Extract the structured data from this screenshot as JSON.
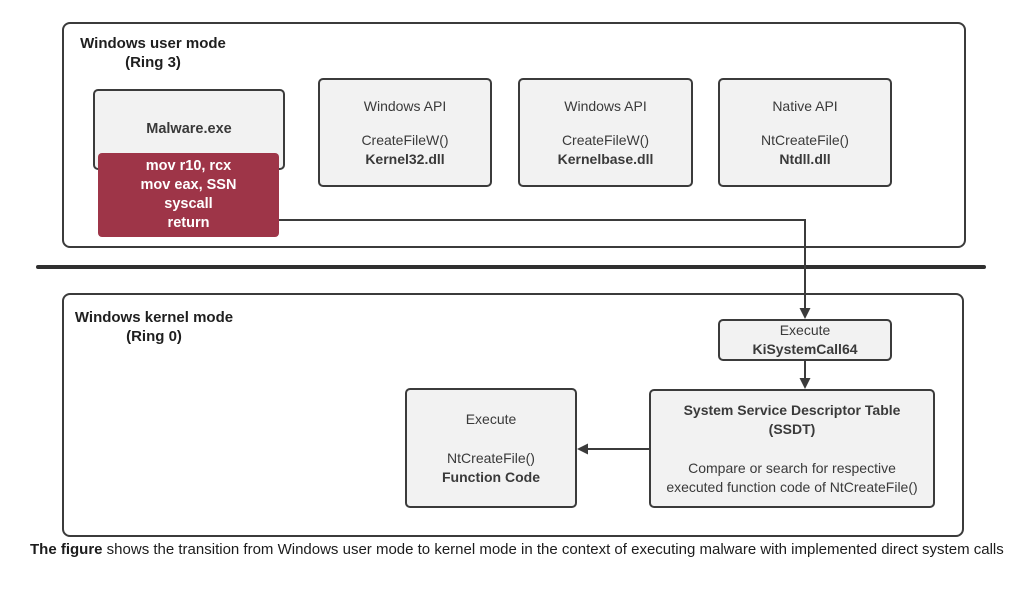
{
  "colors": {
    "box_fill": "#f2f2f2",
    "box_border": "#3b3b3b",
    "syscall_fill": "#9e3548",
    "syscall_text": "#ffffff",
    "divider": "#2f2f2f",
    "arrow": "#3b3b3b"
  },
  "user_mode": {
    "title": "Windows user mode",
    "subtitle": "(Ring 3)",
    "malware_box": {
      "label": "Malware.exe"
    },
    "syscall_box": {
      "lines": [
        "mov r10, rcx",
        "mov eax, SSN",
        "syscall",
        "return"
      ]
    },
    "api_boxes": [
      {
        "category": "Windows API",
        "function": "CreateFileW()",
        "module": "Kernel32.dll"
      },
      {
        "category": "Windows API",
        "function": "CreateFileW()",
        "module": "Kernelbase.dll"
      },
      {
        "category": "Native API",
        "function": "NtCreateFile()",
        "module": "Ntdll.dll"
      }
    ]
  },
  "kernel_mode": {
    "title": "Windows kernel mode",
    "subtitle": "(Ring 0)",
    "kisystemcall_box": {
      "line1": "Execute",
      "line2": "KiSystemCall64"
    },
    "ssdt_box": {
      "title_line1": "System Service Descriptor Table",
      "title_line2": "(SSDT)",
      "desc_line1": "Compare or search for respective",
      "desc_line2": "executed function code of NtCreateFile()"
    },
    "function_box": {
      "line1": "Execute",
      "line2": "NtCreateFile()",
      "line3": "Function Code"
    }
  },
  "caption": {
    "bold": "The figure",
    "rest": " shows the transition from Windows user mode to kernel mode in the context of executing malware with implemented direct system calls"
  }
}
